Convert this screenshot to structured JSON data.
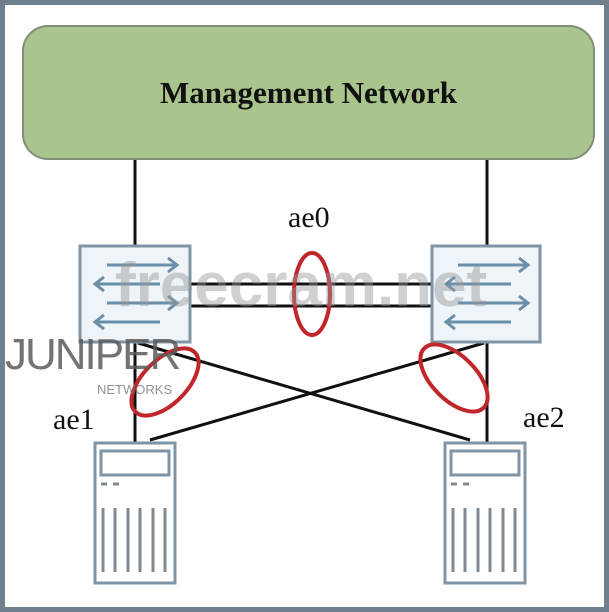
{
  "title": "Management Network",
  "labels": {
    "ae0": "ae0",
    "ae1": "ae1",
    "ae2": "ae2"
  },
  "watermarks": {
    "site": "freecram.net",
    "brand": "JUNIPER",
    "brand_sub": "NETWORKS"
  },
  "colors": {
    "management_fill": "#a9c48c",
    "lag_ellipse": "#c0262c",
    "device_stroke": "#7f95a5",
    "link": "#111111"
  }
}
